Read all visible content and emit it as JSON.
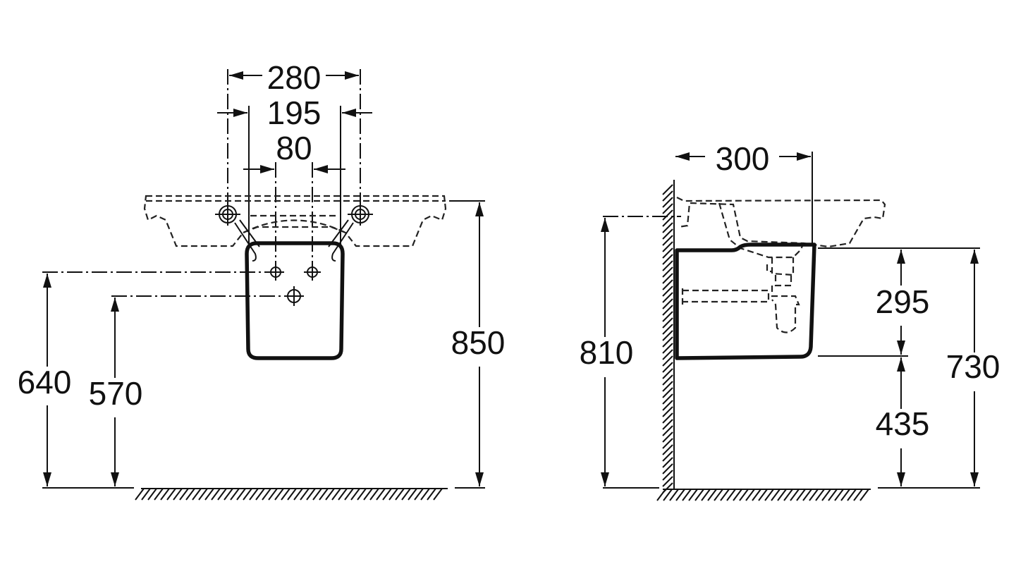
{
  "front_view": {
    "dimensions": {
      "tap_centers": "280",
      "mounting_outer": "195",
      "mounting_inner": "80",
      "supply_height": "640",
      "waste_height": "570",
      "basin_height": "850"
    }
  },
  "side_view": {
    "dimensions": {
      "projection": "300",
      "basin_rim_height": "810",
      "pedestal_height": "295",
      "pedestal_floor_gap": "435",
      "pedestal_top_height": "730"
    }
  },
  "colors": {
    "line": "#111111",
    "background": "#ffffff"
  }
}
